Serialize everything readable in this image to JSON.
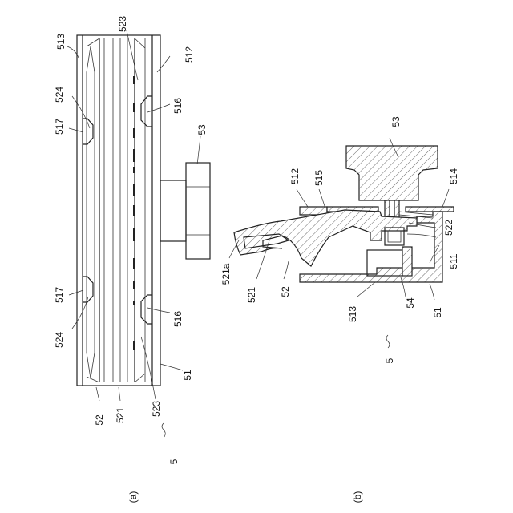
{
  "figure": {
    "panel_a": {
      "caption": "(a)",
      "labels": {
        "l513": "513",
        "l523_top": "523",
        "l512": "512",
        "l524_top": "524",
        "l517_top": "517",
        "l516_top": "516",
        "l53": "53",
        "l517_bottom": "517",
        "l524_bottom": "524",
        "l516_bottom": "516",
        "l51": "51",
        "l52": "52",
        "l521": "521",
        "l523_bottom": "523",
        "l5": "5"
      }
    },
    "panel_b": {
      "caption": "(b)",
      "labels": {
        "l53": "53",
        "l512": "512",
        "l515": "515",
        "l514": "514",
        "l522": "522",
        "l521a": "521a",
        "l521": "521",
        "l52": "52",
        "l511": "511",
        "l513": "513",
        "l54": "54",
        "l51": "51",
        "l5": "5"
      }
    }
  }
}
